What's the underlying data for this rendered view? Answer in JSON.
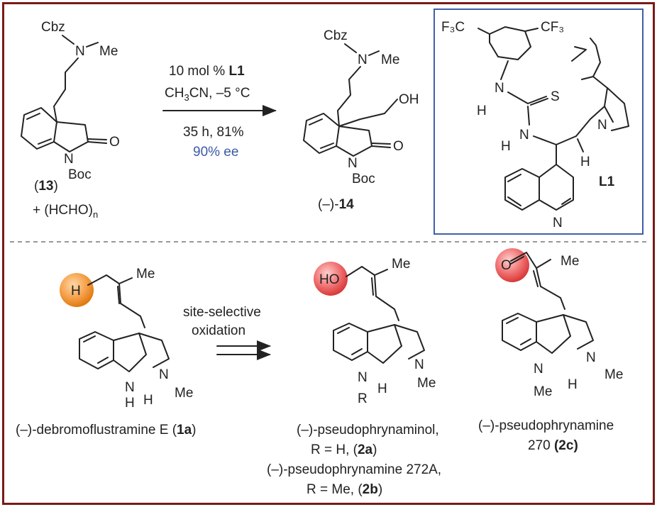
{
  "colors": {
    "frame": "#7a1a1a",
    "ligand_box": "#3f5fa8",
    "ee_text": "#3b5ba5",
    "orange_ball": "#f08a1e",
    "red_ball": "#e84a4a",
    "divider": "#777777"
  },
  "top": {
    "start": {
      "cbz": "Cbz",
      "n": "N",
      "me": "Me",
      "n_ring": "N",
      "o": "O",
      "boc": "Boc",
      "label_open": "(",
      "label_num": "13",
      "label_close": ")",
      "reagent": "+  (HCHO)",
      "reagent_sub": "n"
    },
    "conditions": {
      "line1_prefix": "10 mol % ",
      "line1_bold": "L1",
      "line2_a": "CH",
      "line2_sub": "3",
      "line2_b": "CN, –5 °C",
      "line3": "35 h, 81%",
      "line4": "90% ee"
    },
    "product": {
      "cbz": "Cbz",
      "n": "N",
      "me": "Me",
      "oh": "OH",
      "n_ring": "N",
      "o": "O",
      "boc": "Boc",
      "label_prefix": "(–)-",
      "label_num": "14"
    },
    "ligand": {
      "f3c": "F₃C",
      "cf3": "CF₃",
      "nh1": "N",
      "h1": "H",
      "s": "S",
      "nh2": "N",
      "h2": "H",
      "n_quin": "N",
      "h3": "H",
      "n_pyr": "N",
      "name": "L1"
    }
  },
  "bottom": {
    "sm": {
      "h_ball": "H",
      "me": "Me",
      "nh": "N",
      "nh_h": "H",
      "h": "H",
      "n": "N",
      "nme": "Me",
      "name": "(–)-debromoflustramine E (",
      "name_bold": "1a",
      "name_close": ")"
    },
    "arrow": {
      "line1": "site-selective",
      "line2": "oxidation"
    },
    "p2": {
      "ho": "HO",
      "me": "Me",
      "n": "N",
      "r": "R",
      "h": "H",
      "n2": "N",
      "nme": "Me",
      "name1": "(–)-pseudophrynaminol,",
      "name2_a": "R = H, (",
      "name2_b": "2a",
      "name2_c": ")",
      "name3": "(–)-pseudophrynamine 272A,",
      "name4_a": "R = Me, (",
      "name4_b": "2b",
      "name4_c": ")"
    },
    "p3": {
      "o": "O",
      "me": "Me",
      "n": "N",
      "nme1": "Me",
      "h": "H",
      "n2": "N",
      "nme2": "Me",
      "name1": "(–)-pseudophrynamine",
      "name2_a": "270 ",
      "name2_b": "(2c)"
    }
  }
}
